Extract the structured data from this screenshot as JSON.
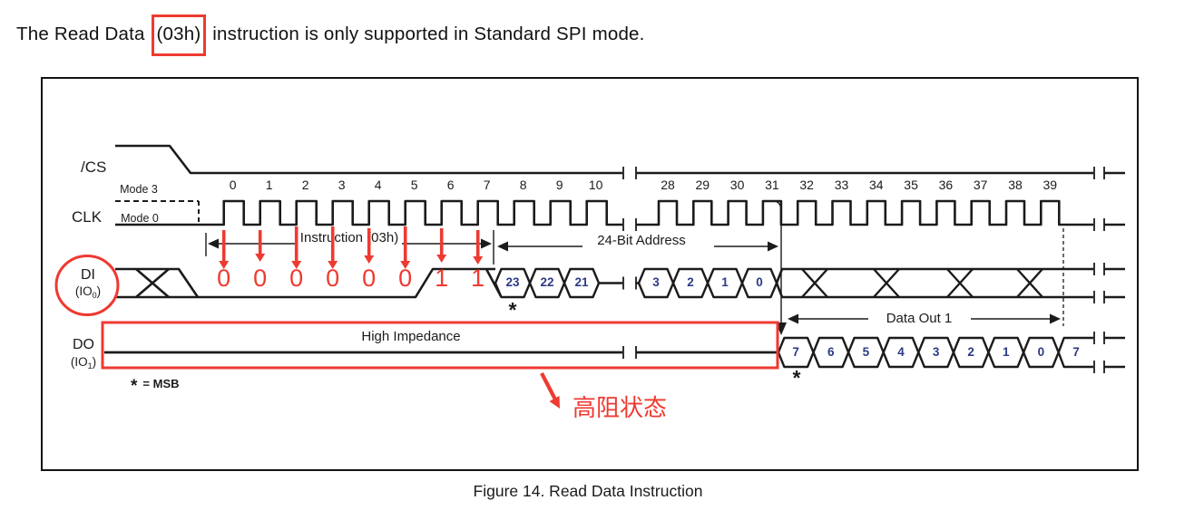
{
  "header": {
    "text_before": "The Read Data ",
    "boxed_opcode": "(03h)",
    "text_after": " instruction is only supported in Standard SPI mode."
  },
  "figure": {
    "caption": "Figure 14. Read Data Instruction",
    "signals": {
      "cs": {
        "label": "/CS"
      },
      "clk": {
        "label": "CLK",
        "mode3": "Mode 3",
        "mode0": "Mode 0",
        "numbers_group1": [
          "0",
          "1",
          "2",
          "3",
          "4",
          "5",
          "6",
          "7",
          "8",
          "9",
          "10"
        ],
        "numbers_group2": [
          "28",
          "29",
          "30",
          "31",
          "32",
          "33",
          "34",
          "35",
          "36",
          "37",
          "38",
          "39"
        ]
      },
      "di": {
        "label": "DI",
        "io_prefix": "(IO",
        "io_sub": "0",
        "io_suffix": ")",
        "instruction_bits": [
          "0",
          "0",
          "0",
          "0",
          "0",
          "0",
          "1",
          "1"
        ],
        "address_bits_head": [
          "23",
          "22",
          "21"
        ],
        "address_bits_tail": [
          "3",
          "2",
          "1",
          "0"
        ],
        "msb_star": "*"
      },
      "do": {
        "label": "DO",
        "io_prefix": "(IO",
        "io_sub": "1",
        "io_suffix": ")",
        "high_impedance": "High Impedance",
        "data_bits": [
          "7",
          "6",
          "5",
          "4",
          "3",
          "2",
          "1",
          "0",
          "7"
        ],
        "msb_star": "*"
      }
    },
    "annotations": {
      "instruction_span": "Instruction (03h)",
      "address_span": "24-Bit Address",
      "data_out_span": "Data Out 1",
      "msb_note_star": "*",
      "msb_note_text": "= MSB",
      "high_z_note": "高阻状态"
    }
  },
  "colors": {
    "annotation_red": "#ee3a31",
    "ink_black": "#1b1b1b",
    "bit_digit_navy": "#2d3a85"
  }
}
